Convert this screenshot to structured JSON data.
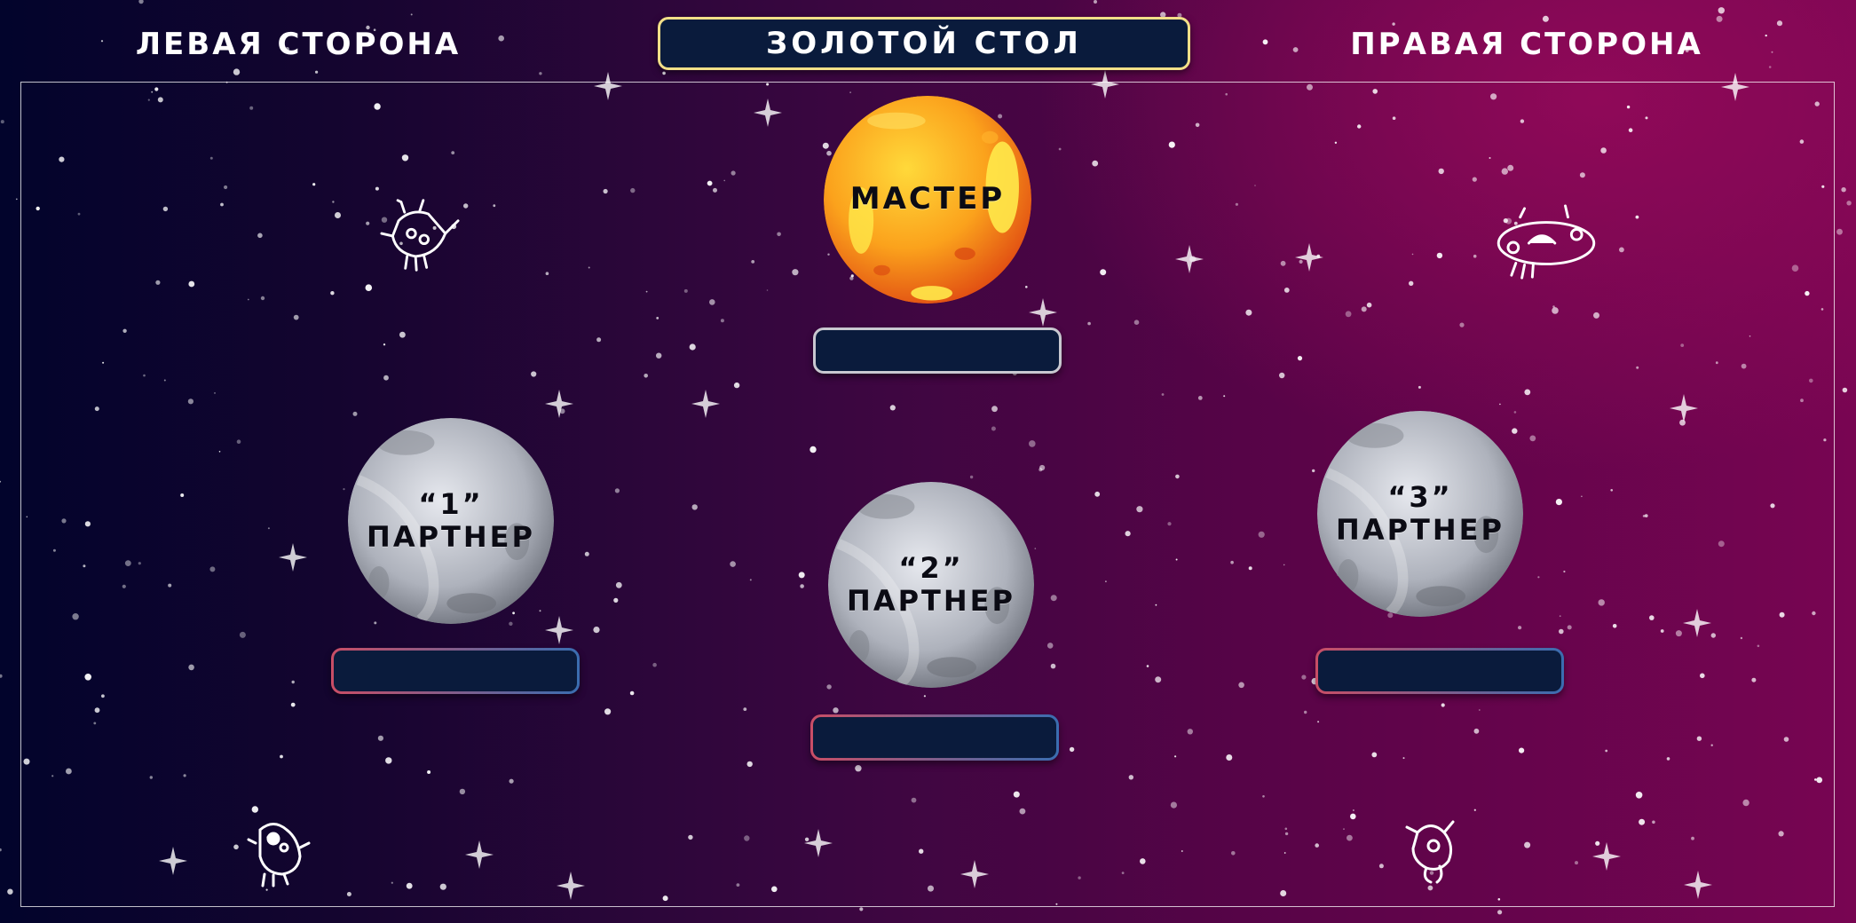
{
  "header": {
    "left_label": "ЛЕВАЯ СТОРОНА",
    "center_label": "ЗОЛОТОЙ СТОЛ",
    "right_label": "ПРАВАЯ СТОРОНА"
  },
  "planets": {
    "master": {
      "label": "МАСТЕР"
    },
    "partner1": {
      "line1": "“1”",
      "line2": "ПАРТНЕР"
    },
    "partner2": {
      "line1": "“2”",
      "line2": "ПАРТНЕР"
    },
    "partner3": {
      "line1": "“3”",
      "line2": "ПАРТНЕР"
    }
  },
  "slots": {
    "master_name": "",
    "partner1_name": "",
    "partner2_name": "",
    "partner3_name": ""
  },
  "colors": {
    "slot_fill": "#0a1b3c",
    "title_border": "#f2df88",
    "master_border": "#c8c8d0",
    "partner_border_left": "#c94e66",
    "partner_border_right": "#3a6db0"
  },
  "icons": [
    "robot-alien-icon",
    "ufo-alien-icon",
    "one-eyed-monster-icon",
    "eye-alien-icon"
  ]
}
